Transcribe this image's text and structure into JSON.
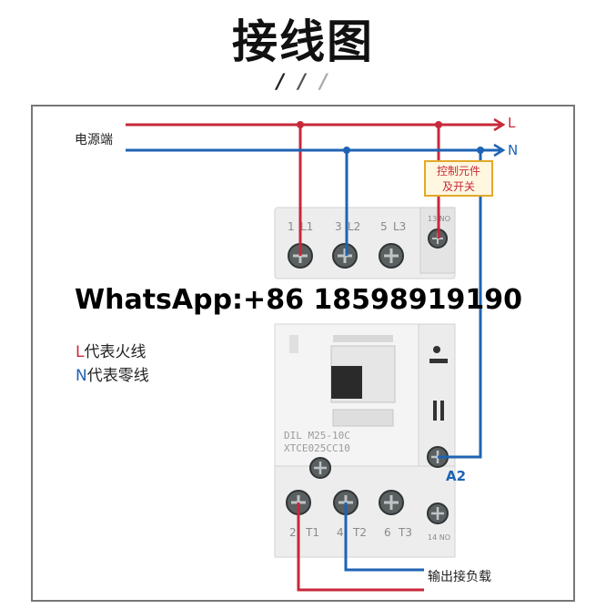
{
  "title": "接线图",
  "slashes": [
    "/",
    "/",
    "/"
  ],
  "power_label": "电源端",
  "line_l_label": "L",
  "line_n_label": "N",
  "control_box": {
    "line1": "控制元件",
    "line2": "及开关"
  },
  "legend": {
    "l_key": "L",
    "l_text": "代表火线",
    "n_key": "N",
    "n_text": "代表零线"
  },
  "watermark_text": "WhatsApp:+86 18598919190",
  "terminals_top": [
    "1",
    "L1",
    "3",
    "L2",
    "5",
    "L3"
  ],
  "aux_top_label": "13 NO",
  "model_text_1": "DIL M25-10C",
  "model_text_2": "XTCE025CC10",
  "coil_label": "A2",
  "terminals_bottom": [
    "2",
    "T1",
    "4",
    "T2",
    "6",
    "T3"
  ],
  "aux_bottom_label": "14 NO",
  "output_label": "输出接负载",
  "colors": {
    "live": "#c8283a",
    "neutral": "#1e63b4",
    "frame": "#777777",
    "box_border": "#e3a82b"
  }
}
